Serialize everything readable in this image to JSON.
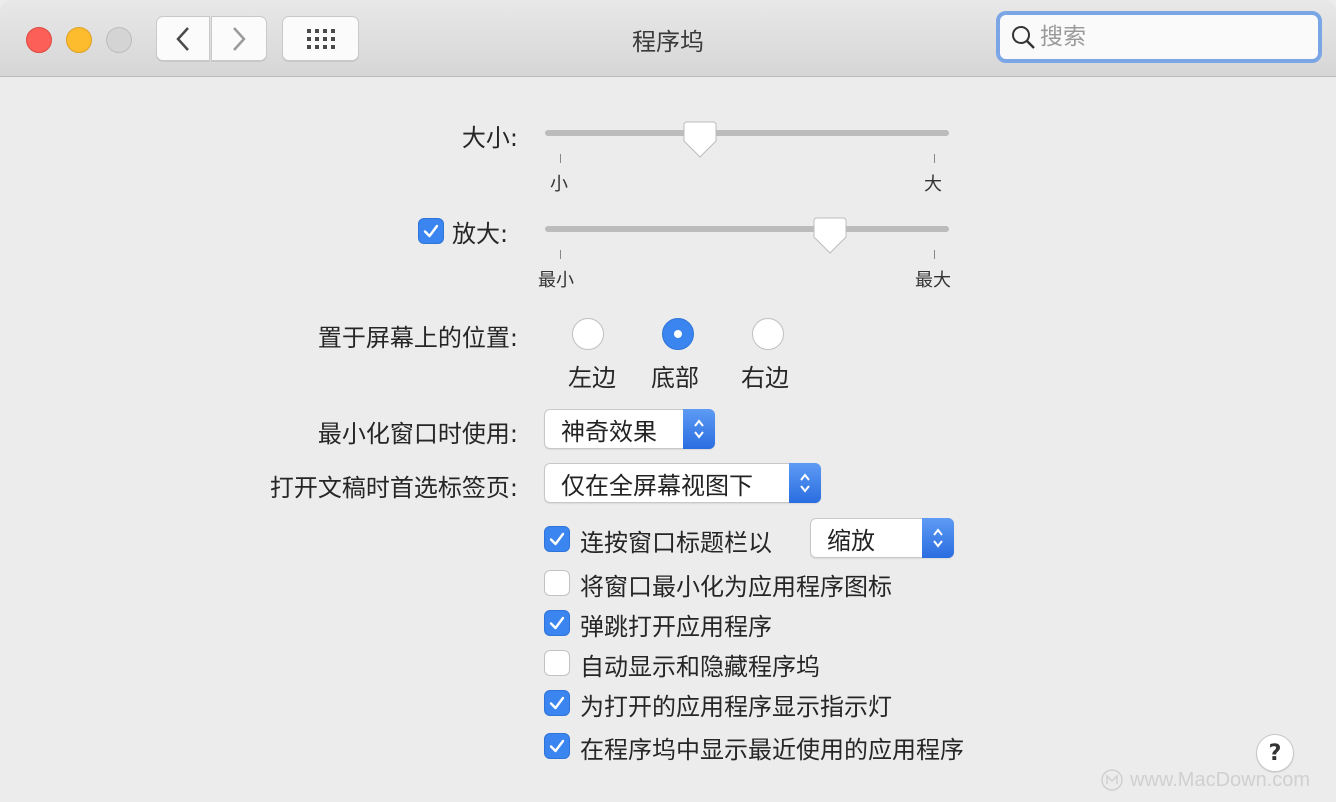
{
  "window": {
    "title": "程序坞",
    "search_placeholder": "搜索"
  },
  "size": {
    "label": "大小:",
    "min_label": "小",
    "max_label": "大",
    "value_percent": 38
  },
  "magnification": {
    "label": "放大:",
    "checked": true,
    "min_label": "最小",
    "max_label": "最大",
    "value_percent": 70
  },
  "position": {
    "label": "置于屏幕上的位置:",
    "options": [
      {
        "label": "左边",
        "selected": false
      },
      {
        "label": "底部",
        "selected": true
      },
      {
        "label": "右边",
        "selected": false
      }
    ]
  },
  "minimize_effect": {
    "label": "最小化窗口时使用:",
    "value": "神奇效果"
  },
  "prefer_tabs": {
    "label": "打开文稿时首选标签页:",
    "value": "仅在全屏幕视图下"
  },
  "checkboxes": [
    {
      "label": "连按窗口标题栏以",
      "checked": true
    },
    {
      "label": "将窗口最小化为应用程序图标",
      "checked": false
    },
    {
      "label": "弹跳打开应用程序",
      "checked": true
    },
    {
      "label": "自动显示和隐藏程序坞",
      "checked": false
    },
    {
      "label": "为打开的应用程序显示指示灯",
      "checked": true
    },
    {
      "label": "在程序坞中显示最近使用的应用程序",
      "checked": true
    }
  ],
  "double_click_action": {
    "value": "缩放"
  },
  "help": {
    "label": "?"
  },
  "watermark": {
    "text": "www.MacDown.com"
  },
  "colors": {
    "accent": "#3b85f0",
    "close": "#fc5f57",
    "minimize": "#fdbc2e",
    "zoom_disabled": "#d4d4d4",
    "search_focus": "#7ba6e6"
  }
}
